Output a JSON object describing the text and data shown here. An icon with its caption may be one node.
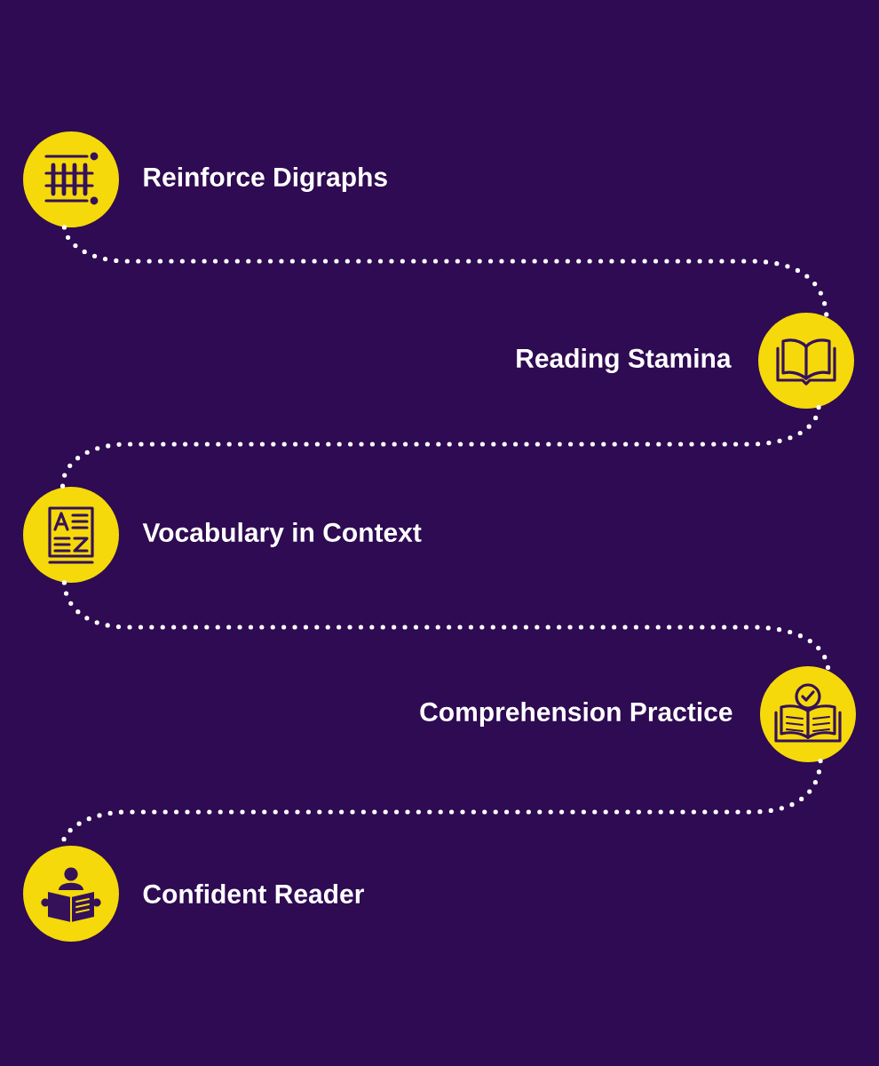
{
  "diagram": {
    "nodes": [
      {
        "text": [
          "Reinforce Digraphs"
        ]
      },
      {
        "text": [
          "Reading Stamina"
        ]
      },
      {
        "text": [
          "Vocabulary in Context"
        ]
      },
      {
        "text": [
          "Comprehension Practice"
        ]
      },
      {
        "text": [
          "Confident Reader"
        ]
      }
    ],
    "edges": [
      {
        "from": 0,
        "to": 1,
        "arrow": "none"
      },
      {
        "from": 1,
        "to": 2,
        "arrow": "none"
      },
      {
        "from": 2,
        "to": 3,
        "arrow": "none"
      },
      {
        "from": 3,
        "to": 4,
        "arrow": "none"
      }
    ]
  }
}
